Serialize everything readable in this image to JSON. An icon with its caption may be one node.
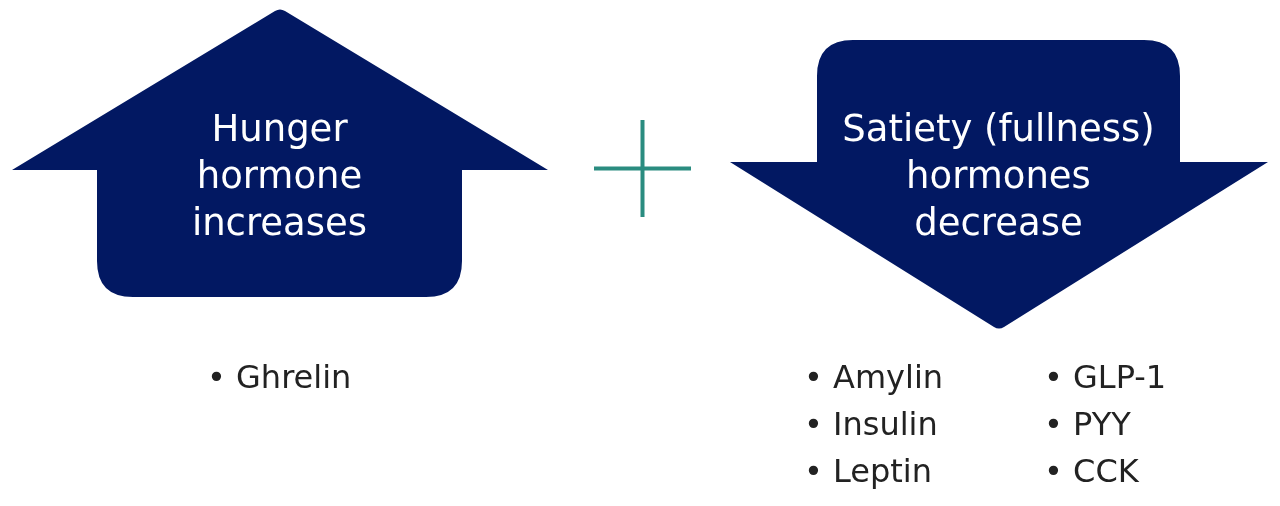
{
  "diagram": {
    "nodes": [
      {
        "text": [
          "Hunger hormone increases"
        ],
        "beside": [
          "• Ghrelin"
        ]
      },
      {
        "text": [
          "Satiety (fullness) hormones decrease"
        ],
        "beside": [
          "• Amylin",
          "• Insulin",
          "• Leptin",
          "• GLP-1",
          "• PYY",
          "• CCK"
        ]
      }
    ]
  }
}
